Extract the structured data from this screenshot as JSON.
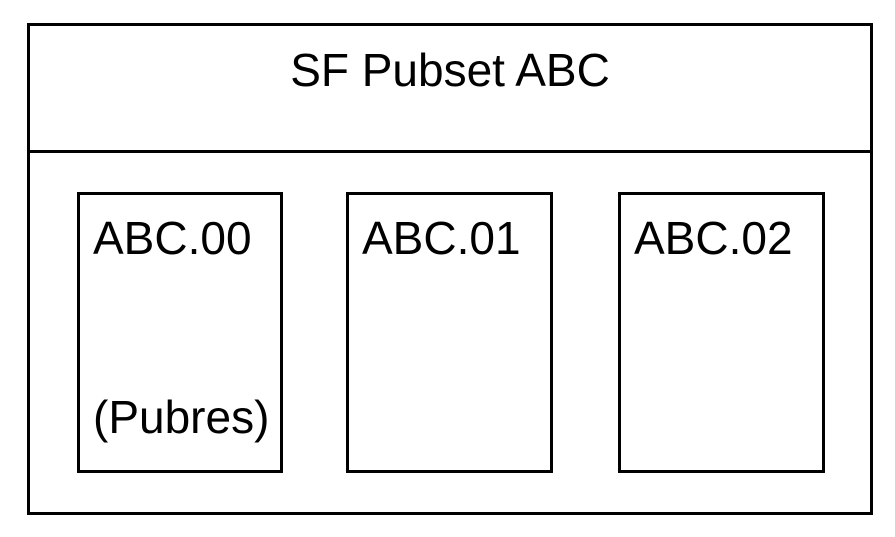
{
  "title": "SF Pubset ABC",
  "volumes": [
    {
      "label": "ABC.00",
      "sublabel": "(Pubres)"
    },
    {
      "label": "ABC.01",
      "sublabel": ""
    },
    {
      "label": "ABC.02",
      "sublabel": ""
    }
  ],
  "colors": {
    "border": "#000000",
    "text": "#000000",
    "background": "#ffffff"
  }
}
